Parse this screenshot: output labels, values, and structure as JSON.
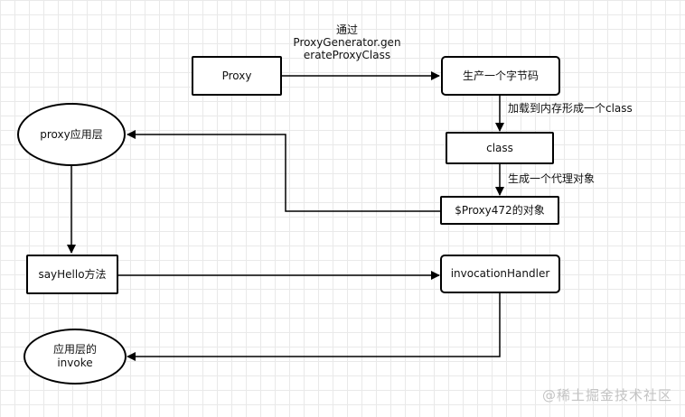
{
  "nodes": {
    "proxy": "Proxy",
    "bytecode": "生产一个字节码",
    "proxy_layer": "proxy应用层",
    "class": "class",
    "proxy472": "$Proxy472的对象",
    "sayhello": "sayHello方法",
    "handler": "invocationHandler",
    "invoke_line1": "应用层的",
    "invoke_line2": "invoke"
  },
  "edge_labels": {
    "via_line1": "通过",
    "via_line2": "ProxyGenerator.gen",
    "via_line3": "erateProxyClass",
    "load_to_memory": "加载到内存形成一个class",
    "gen_proxy_obj": "生成一个代理对象"
  },
  "watermark": "@稀土掘金技术社区"
}
